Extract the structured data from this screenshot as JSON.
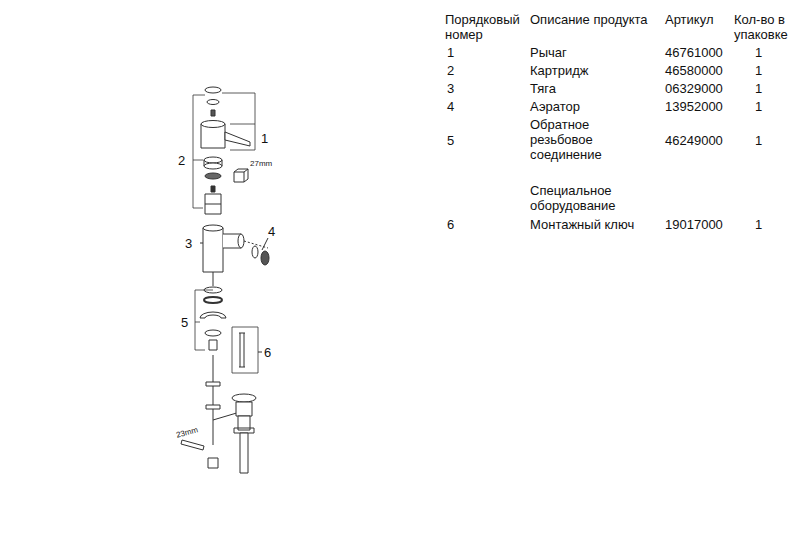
{
  "diagram": {
    "labels": [
      "Порядковый номер",
      "Описание продукта",
      "Артикул",
      "Кол-во в упаковке",
      "1",
      "Рычаг",
      "46761000",
      "1",
      "2",
      "Картридж",
      "46580000",
      "1",
      "3",
      "Тяга",
      "06329000",
      "1",
      "4",
      "Аэратор",
      "13952000",
      "1",
      "5",
      "Обратное резьбовое соединение",
      "46249000",
      "1",
      "Специальное оборудование",
      "6",
      "Монтажный ключ",
      "19017000",
      "1",
      "1",
      "2",
      "27mm",
      "3",
      "4",
      "5",
      "6",
      "23mm"
    ]
  }
}
